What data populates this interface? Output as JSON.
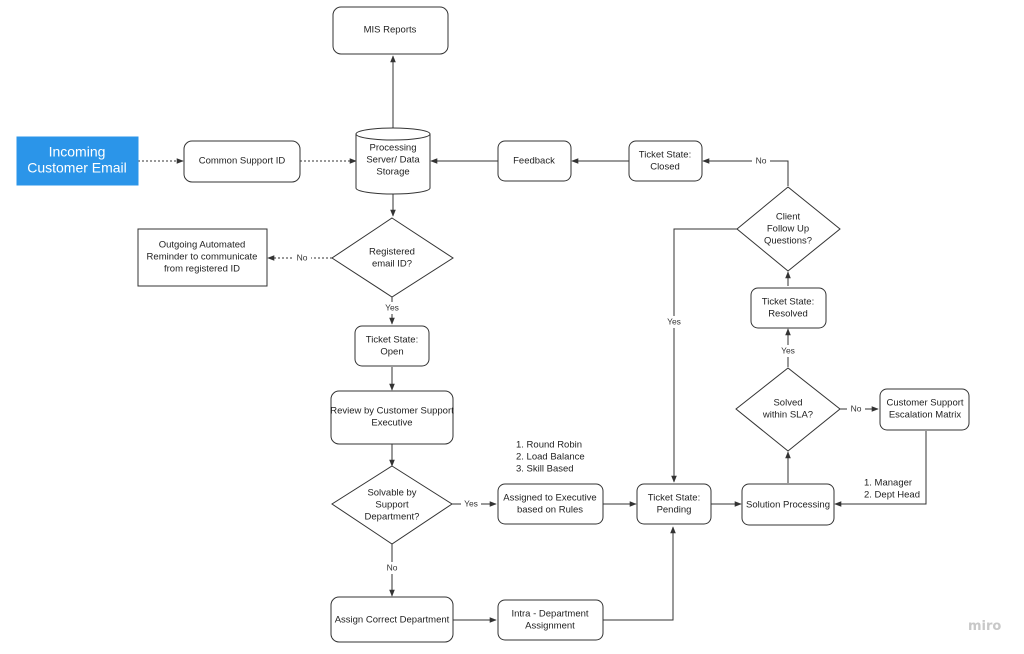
{
  "nodes": {
    "incoming": [
      "Incoming",
      "Customer Email"
    ],
    "common_id": [
      "Common Support ID"
    ],
    "mis": [
      "MIS Reports"
    ],
    "server": [
      "Processing",
      "Server/ Data",
      "Storage"
    ],
    "feedback": [
      "Feedback"
    ],
    "closed": [
      "Ticket State:",
      "Closed"
    ],
    "registered": [
      "Registered",
      "email ID?"
    ],
    "outgoing": [
      "Outgoing Automated",
      "Reminder to communicate",
      "from registered ID"
    ],
    "open": [
      "Ticket State:",
      "Open"
    ],
    "review": [
      "Review by Customer Support",
      "Executive"
    ],
    "solvable": [
      "Solvable by",
      "Support",
      "Department?"
    ],
    "assigned": [
      "Assigned to Executive",
      "based on Rules"
    ],
    "pending": [
      "Ticket State:",
      "Pending"
    ],
    "solution": [
      "Solution Processing"
    ],
    "solved": [
      "Solved",
      "within SLA?"
    ],
    "escalation": [
      "Customer Support",
      "Escalation Matrix"
    ],
    "resolved": [
      "Ticket State:",
      "Resolved"
    ],
    "client": [
      "Client",
      "Follow Up",
      "Questions?"
    ],
    "assign_dept": [
      "Assign Correct Department"
    ],
    "intra": [
      "Intra - Department",
      "Assignment"
    ]
  },
  "edge_labels": {
    "no_registered": "No",
    "yes_registered": "Yes",
    "yes_solvable": "Yes",
    "no_solvable": "No",
    "yes_solved": "Yes",
    "no_solved": "No",
    "no_client": "No",
    "yes_client": "Yes"
  },
  "annotations": {
    "rules": [
      "1. Round Robin",
      "2. Load Balance",
      "3. Skill Based"
    ],
    "escalation_levels": [
      "1. Manager",
      "2. Dept Head"
    ]
  },
  "watermark": "miro",
  "colors": {
    "accent": "#2b95e9",
    "line": "#333333",
    "text": "#222222"
  }
}
